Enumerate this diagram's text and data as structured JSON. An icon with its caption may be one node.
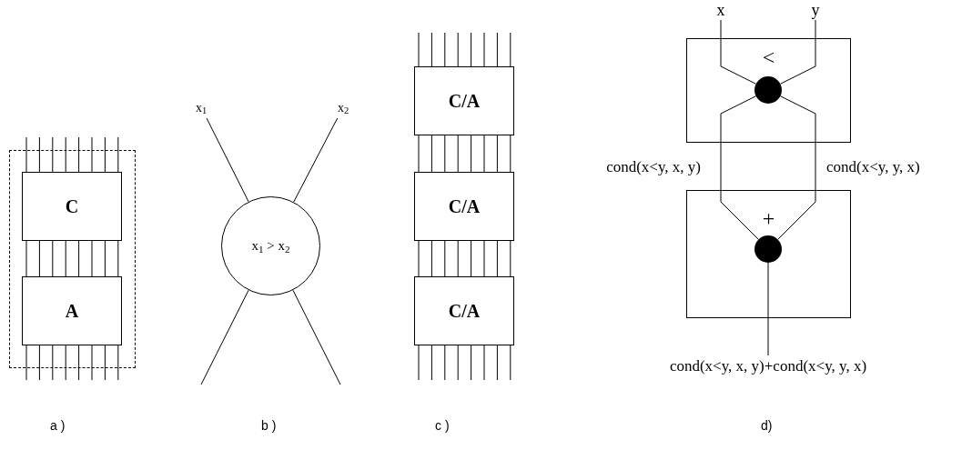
{
  "diagram": {
    "nodes": [
      {
        "text": [],
        "shape": "box"
      },
      {
        "text": [
          "C"
        ],
        "in": 0
      },
      {
        "text": [
          "A"
        ],
        "in": 0
      },
      {
        "text": [
          "x$_{1}$"
        ]
      },
      {
        "text": [
          "x$_{1}$ > x$_{2}$"
        ]
      },
      {
        "text": [
          "x$_{2}$"
        ]
      },
      {
        "text": [
          "C/A"
        ]
      },
      {
        "text": [
          "C/A"
        ]
      },
      {
        "text": [
          "C/A"
        ]
      },
      {
        "text": [
          "x"
        ]
      },
      {
        "text": [
          "y"
        ]
      },
      {
        "text": [
          "<"
        ]
      },
      {
        "text": [],
        "shape": "circle",
        "in": 11
      },
      {
        "text": [
          "+"
        ]
      },
      {
        "text": [],
        "shape": "circle",
        "in": 13
      },
      {
        "text": [
          "cond(x<y, x, y)+cond(x<y, y, x)"
        ]
      }
    ],
    "edges": [
      {
        "from": null,
        "to": 1,
        "arrow": "none"
      },
      {
        "from": 1,
        "to": 2,
        "arrow": "none"
      },
      {
        "from": 2,
        "to": null,
        "arrow": "none"
      },
      {
        "from": 3,
        "to": 4,
        "arrow": "none"
      },
      {
        "from": 5,
        "to": 4,
        "arrow": "none"
      },
      {
        "from": 4,
        "to": null,
        "arrow": "none"
      },
      {
        "from": 4,
        "to": null,
        "arrow": "none"
      },
      {
        "from": null,
        "to": 6,
        "arrow": "none"
      },
      {
        "from": 6,
        "to": 7,
        "arrow": "none"
      },
      {
        "from": 7,
        "to": 8,
        "arrow": "none"
      },
      {
        "from": 8,
        "to": null,
        "arrow": "none"
      },
      {
        "from": 9,
        "to": 12,
        "arrow": "none"
      },
      {
        "from": 10,
        "to": 12,
        "arrow": "none"
      },
      {
        "from": 12,
        "to": 14,
        "arrow": "none",
        "label": "cond(x<y, x, y)"
      },
      {
        "from": 12,
        "to": 14,
        "arrow": "none",
        "label": "cond(x<y, y, x)"
      },
      {
        "from": 14,
        "to": 15,
        "arrow": "none"
      }
    ],
    "labels": [
      "a )",
      "b )",
      "c )",
      "d)"
    ]
  }
}
